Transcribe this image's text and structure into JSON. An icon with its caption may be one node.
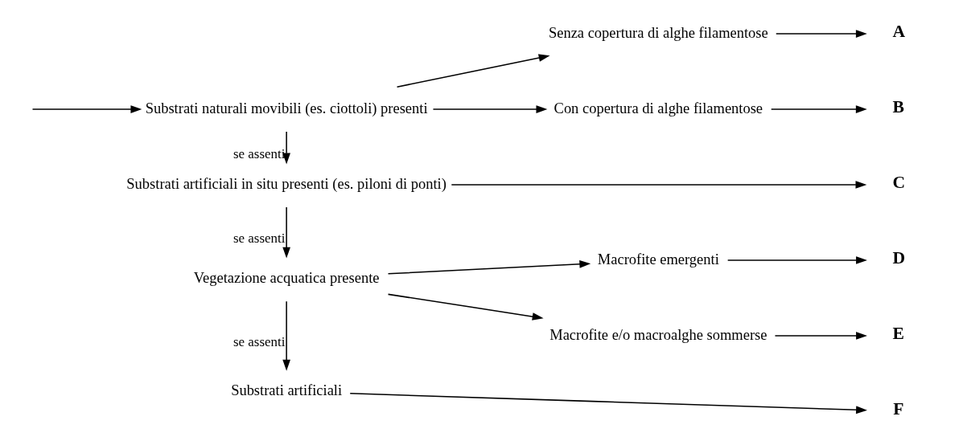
{
  "diagram": {
    "nodes": [
      {
        "text": [
          "Substrati naturali movibili (es. ciottoli) presenti"
        ]
      },
      {
        "text": [
          "Senza copertura di alghe filamentose"
        ]
      },
      {
        "text": [
          "Con copertura di alghe filamentose"
        ]
      },
      {
        "text": [
          "A"
        ]
      },
      {
        "text": [
          "B"
        ]
      },
      {
        "text": [
          "Substrati artificiali in situ presenti (es. piloni di ponti)"
        ]
      },
      {
        "text": [
          "C"
        ]
      },
      {
        "text": [
          "Vegetazione acquatica presente"
        ]
      },
      {
        "text": [
          "Macrofite emergenti"
        ]
      },
      {
        "text": [
          "Macrofite e/o macroalghe sommerse"
        ]
      },
      {
        "text": [
          "D"
        ]
      },
      {
        "text": [
          "E"
        ]
      },
      {
        "text": [
          "Substrati artificiali"
        ]
      },
      {
        "text": [
          "F"
        ]
      }
    ],
    "edges": [
      {
        "from": null,
        "to": 0,
        "arrow": "to"
      },
      {
        "from": 0,
        "to": 1,
        "arrow": "to"
      },
      {
        "from": 0,
        "to": 2,
        "arrow": "to"
      },
      {
        "from": 1,
        "to": 3,
        "arrow": "to"
      },
      {
        "from": 2,
        "to": 4,
        "arrow": "to"
      },
      {
        "from": 0,
        "to": 5,
        "arrow": "to",
        "label": "se assenti"
      },
      {
        "from": 5,
        "to": 6,
        "arrow": "to"
      },
      {
        "from": 5,
        "to": 7,
        "arrow": "to",
        "label": "se assenti"
      },
      {
        "from": 7,
        "to": 8,
        "arrow": "to"
      },
      {
        "from": 7,
        "to": 9,
        "arrow": "to"
      },
      {
        "from": 8,
        "to": 10,
        "arrow": "to"
      },
      {
        "from": 9,
        "to": 11,
        "arrow": "to"
      },
      {
        "from": 7,
        "to": 12,
        "arrow": "to",
        "label": "se assenti"
      },
      {
        "from": 12,
        "to": 13,
        "arrow": "to"
      }
    ]
  }
}
